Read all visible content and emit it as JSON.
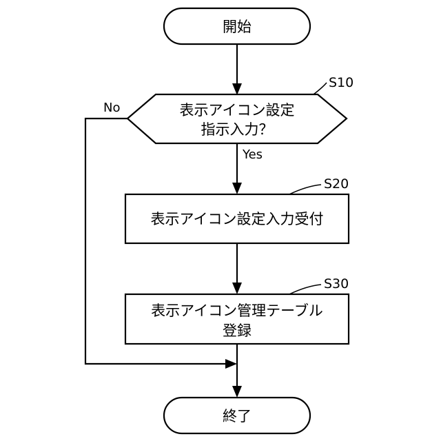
{
  "nodes": {
    "start": {
      "label": "開始"
    },
    "decision": {
      "step": "S10",
      "line1": "表示アイコン設定",
      "line2": "指示入力？"
    },
    "process1": {
      "step": "S20",
      "label": "表示アイコン設定入力受付"
    },
    "process2": {
      "step": "S30",
      "line1": "表示アイコン管理テーブル",
      "line2": "登録"
    },
    "end": {
      "label": "終了"
    }
  },
  "branches": {
    "yes": "Yes",
    "no": "No"
  }
}
